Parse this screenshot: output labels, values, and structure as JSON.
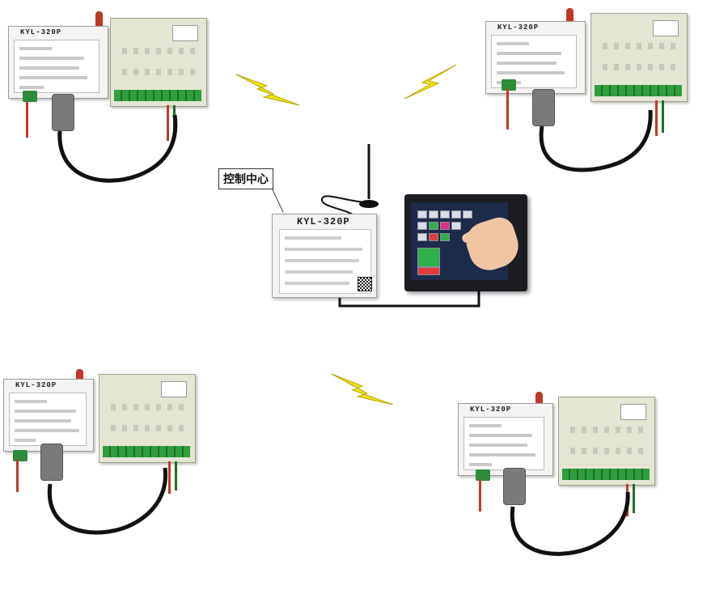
{
  "diagram": {
    "center_label": "控制中心",
    "center_model": "KYL-320P",
    "field_model": "KYL-320P",
    "colors": {
      "lightning": "#f2e21a",
      "lightning_outline": "#b8a800",
      "cable": "#111111",
      "terminal_green": "#2f9e3c",
      "antenna_red": "#c0392b"
    },
    "icons": [
      "lightning-bolt-icon",
      "antenna-icon",
      "touch-screen-hmi-icon",
      "hand-icon",
      "qr-code-icon"
    ]
  }
}
